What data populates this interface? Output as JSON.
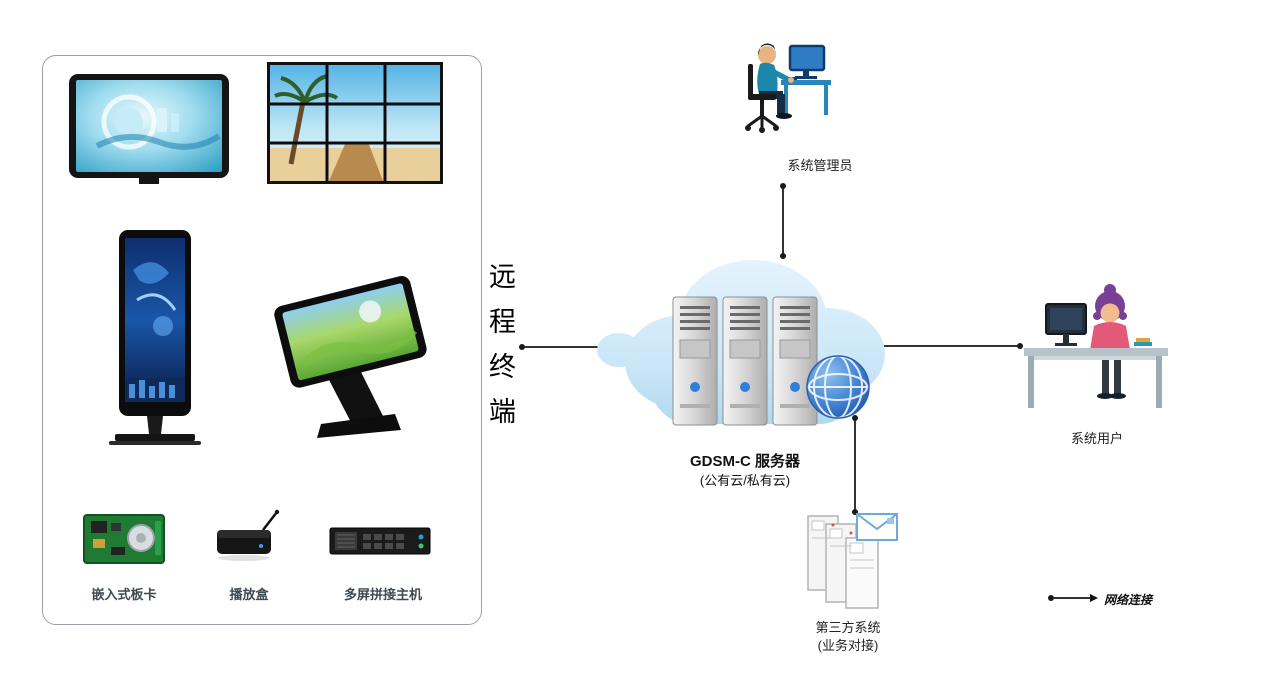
{
  "diagram": {
    "left_panel": {
      "device_labels": {
        "embedded_board": "嵌入式板卡",
        "player_box": "播放盒",
        "multiscreen_host": "多屏拼接主机"
      },
      "device_icons": [
        "wall-display-icon",
        "video-wall-icon",
        "standing-kiosk-icon",
        "touch-table-icon",
        "embedded-board-icon",
        "player-box-icon",
        "rack-host-icon"
      ]
    },
    "remote_terminal_label": "远程终端",
    "cloud": {
      "title": "GDSM-C 服务器",
      "subtitle": "(公有云/私有云)",
      "icons": [
        "cloud-icon",
        "server-towers-icon",
        "globe-icon"
      ]
    },
    "admin_label": "系统管理员",
    "user_label": "系统用户",
    "third_party": {
      "title": "第三方系统",
      "subtitle": "(业务对接)"
    },
    "legend": {
      "network_label": "网络连接"
    },
    "colors": {
      "cloud_fill": "#c9e6f7",
      "connector": "#333333",
      "device_label_text": "#3d4a52",
      "globe_blue": "#3e7fd0"
    }
  }
}
